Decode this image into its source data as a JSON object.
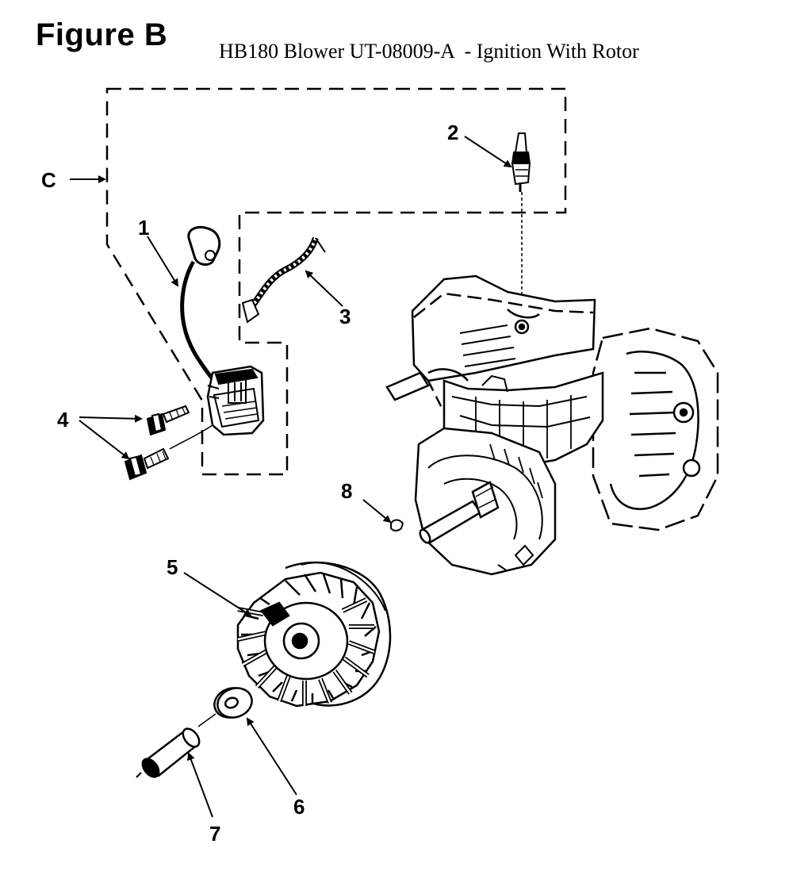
{
  "figure_label": "Figure B",
  "title": "HB180 Blower UT-08009-A  - Ignition With Rotor",
  "callouts": {
    "c": "C",
    "p1": "1",
    "p2": "2",
    "p3": "3",
    "p4": "4",
    "p5": "5",
    "p6": "6",
    "p7": "7",
    "p8": "8"
  }
}
